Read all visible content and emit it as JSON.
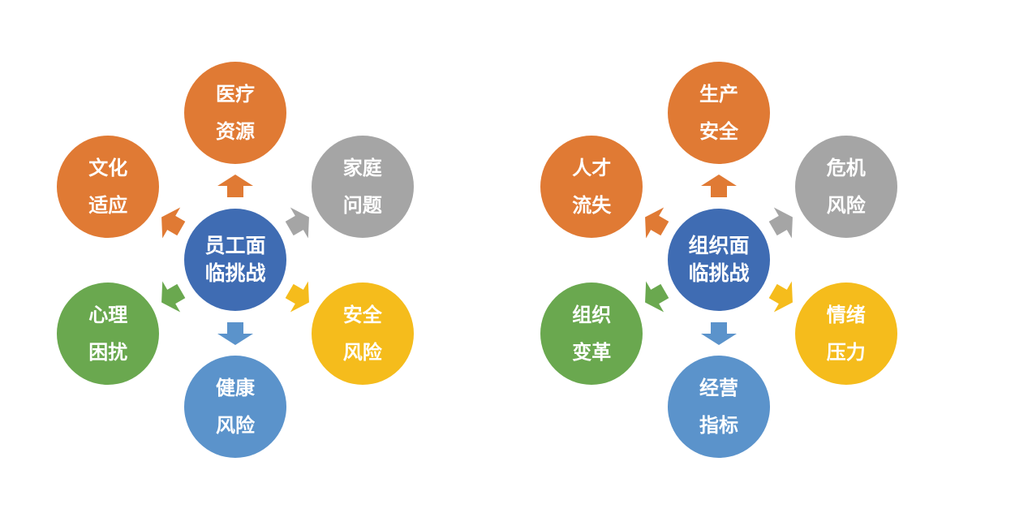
{
  "diagrams": [
    {
      "center": {
        "line1": "员工面",
        "line2": "临挑战",
        "color": "#3F6CB3"
      },
      "nodes": [
        {
          "line1": "医疗",
          "line2": "资源",
          "color": "#E07A34"
        },
        {
          "line1": "家庭",
          "line2": "问题",
          "color": "#A5A5A5"
        },
        {
          "line1": "安全",
          "line2": "风险",
          "color": "#F5BC1C"
        },
        {
          "line1": "健康",
          "line2": "风险",
          "color": "#5B93CB"
        },
        {
          "line1": "心理",
          "line2": "困扰",
          "color": "#6AA84F"
        },
        {
          "line1": "文化",
          "line2": "适应",
          "color": "#E07A34"
        }
      ]
    },
    {
      "center": {
        "line1": "组织面",
        "line2": "临挑战",
        "color": "#3F6CB3"
      },
      "nodes": [
        {
          "line1": "生产",
          "line2": "安全",
          "color": "#E07A34"
        },
        {
          "line1": "危机",
          "line2": "风险",
          "color": "#A5A5A5"
        },
        {
          "line1": "情绪",
          "line2": "压力",
          "color": "#F5BC1C"
        },
        {
          "line1": "经营",
          "line2": "指标",
          "color": "#5B93CB"
        },
        {
          "line1": "组织",
          "line2": "变革",
          "color": "#6AA84F"
        },
        {
          "line1": "人才",
          "line2": "流失",
          "color": "#E07A34"
        }
      ]
    }
  ]
}
